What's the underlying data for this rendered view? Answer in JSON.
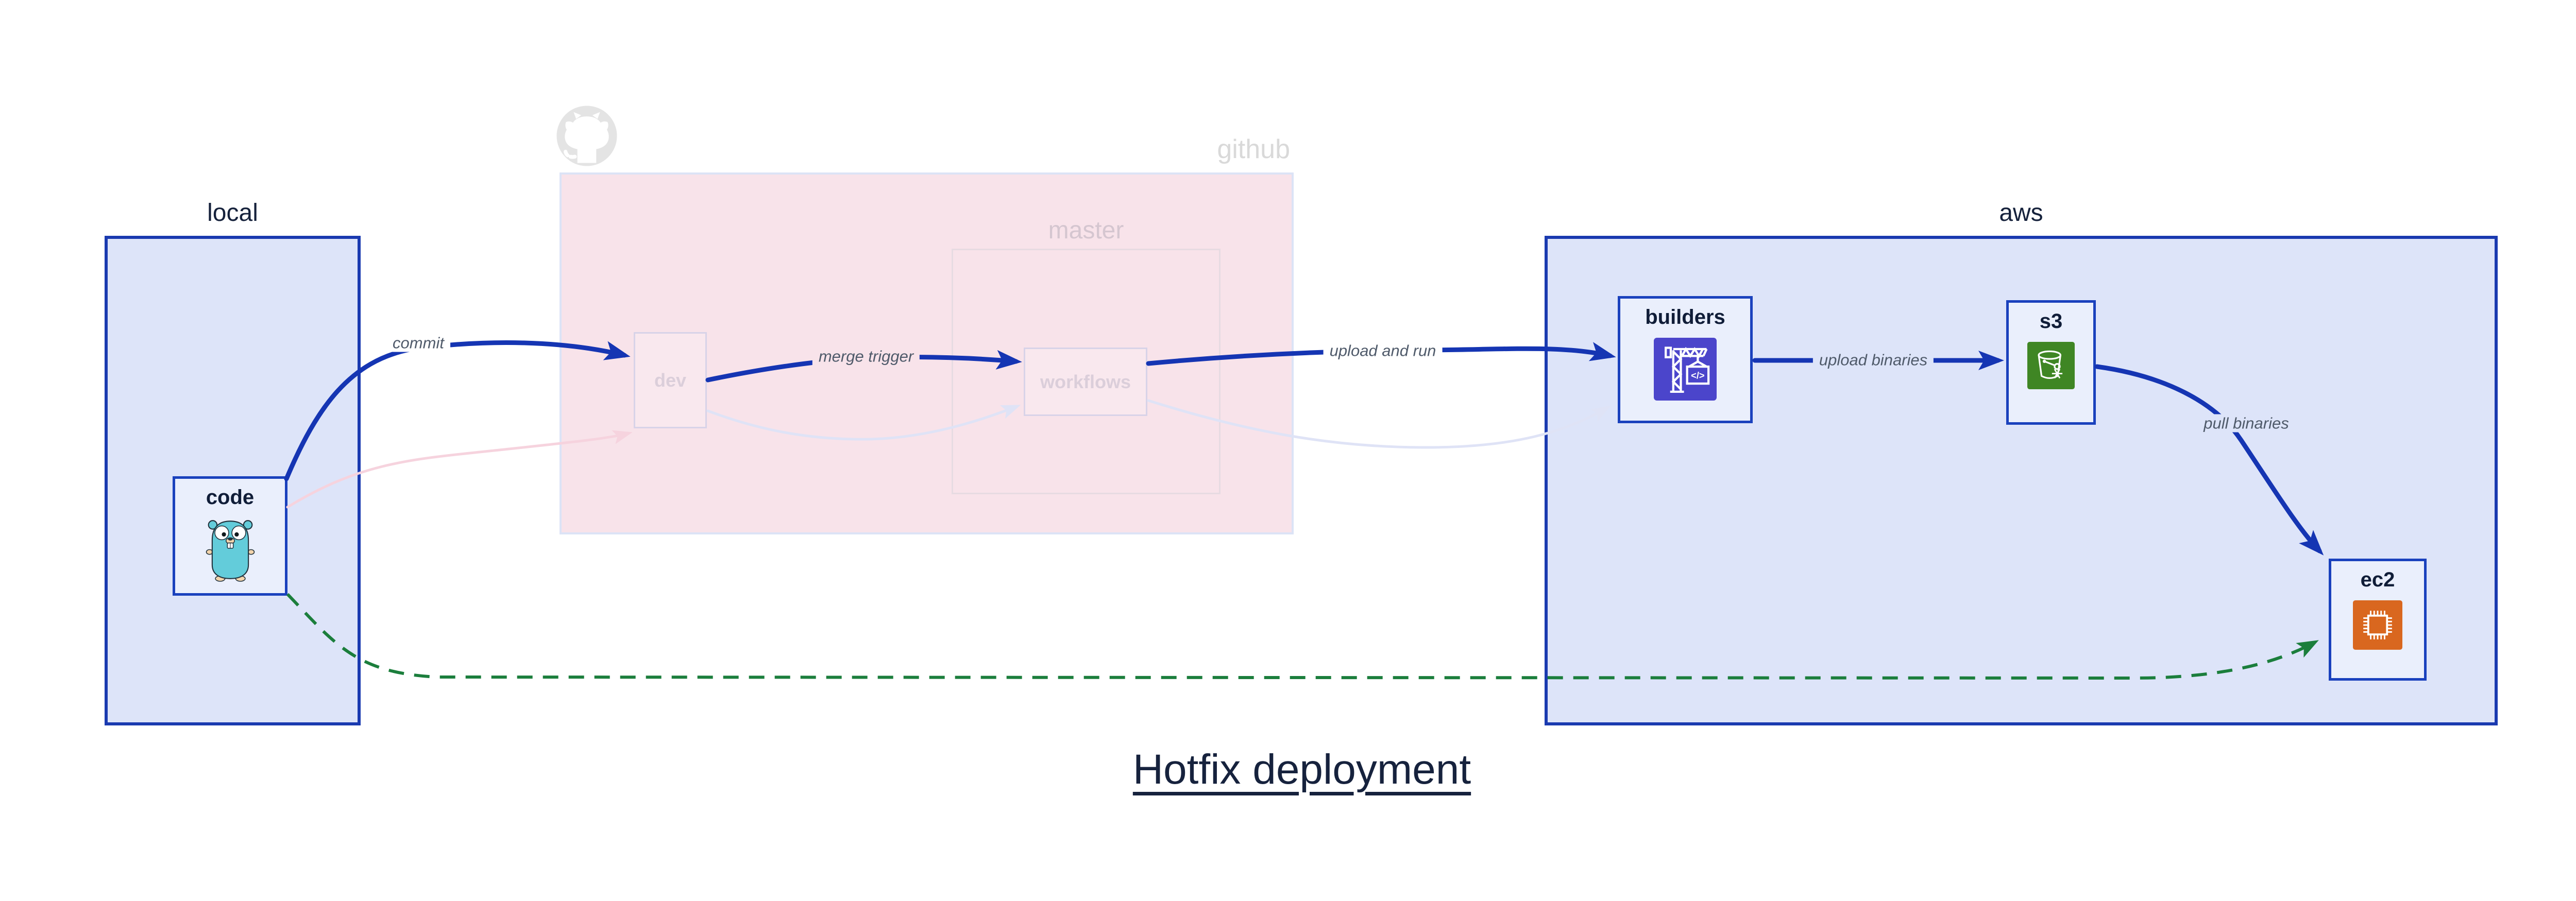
{
  "title": {
    "text": "Hotfix deployment"
  },
  "containers": {
    "local": {
      "label": "local"
    },
    "github": {
      "label": "github"
    },
    "master": {
      "label": "master"
    },
    "aws": {
      "label": "aws"
    }
  },
  "nodes": {
    "code": {
      "label": "code",
      "icon": "go-gopher-icon"
    },
    "dev": {
      "label": "dev"
    },
    "workflows": {
      "label": "workflows"
    },
    "builders": {
      "label": "builders",
      "icon": "aws-codebuild-crane-icon"
    },
    "s3": {
      "label": "s3",
      "icon": "aws-s3-bucket-icon"
    },
    "ec2": {
      "label": "ec2",
      "icon": "aws-ec2-chip-icon"
    }
  },
  "edges": {
    "commit": {
      "label": "commit"
    },
    "merge_trigger": {
      "label": "merge trigger"
    },
    "upload_and_run": {
      "label": "upload and run"
    },
    "upload_binaries": {
      "label": "upload binaries"
    },
    "pull_binaries": {
      "label": "pull binaries"
    }
  },
  "icon_text": {
    "codebuild_code_glyph": "</>"
  },
  "colors": {
    "arrow_blue": "#1535b3",
    "arrow_green_dashed": "#1b7e3c",
    "arrow_pink_faded": "#f6d3de",
    "arrow_lavender_faded": "#dfe3f6",
    "container_fill_blue": "#dde4f9",
    "container_border_blue": "#1a3ab0",
    "node_fill_blue": "#eaeffc",
    "node_border_blue": "#1a41bd",
    "github_fill_pink": "#f8e3ea",
    "faded_label_gray": "#d9d9d9",
    "codebuild_indigo": "#4b45cb",
    "s3_green": "#3f8624",
    "ec2_orange": "#d9671f",
    "gopher_teal": "#63ccda"
  }
}
